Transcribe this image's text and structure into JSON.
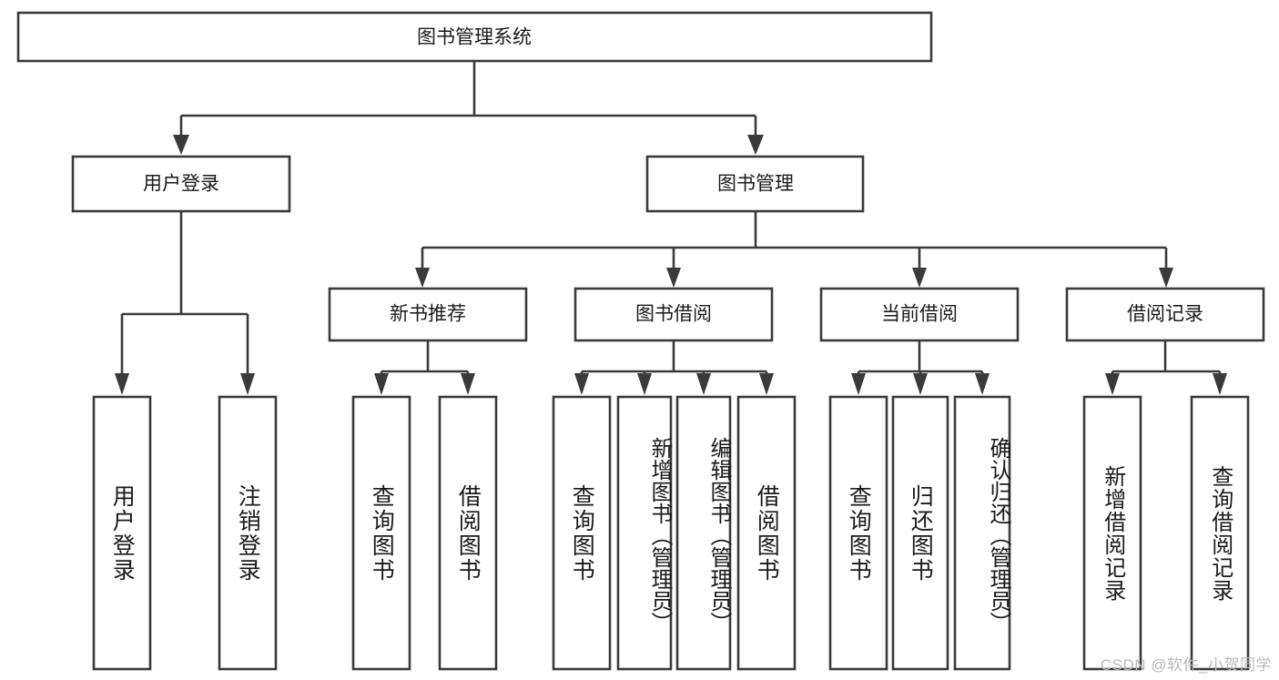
{
  "diagram": {
    "type": "tree-flowchart",
    "title": "图书管理系统",
    "orientation": "top-down",
    "watermark": "CSDN @软件_小贺同学",
    "levels": [
      {
        "level": 1,
        "nodes": [
          {
            "id": "root",
            "label": "图书管理系统",
            "orientation": "horizontal"
          }
        ]
      },
      {
        "level": 2,
        "nodes": [
          {
            "id": "login",
            "label": "用户登录",
            "orientation": "horizontal",
            "parent": "root"
          },
          {
            "id": "bookmgmt",
            "label": "图书管理",
            "orientation": "horizontal",
            "parent": "root"
          }
        ]
      },
      {
        "level": 3,
        "nodes": [
          {
            "id": "newbook",
            "label": "新书推荐",
            "orientation": "horizontal",
            "parent": "bookmgmt"
          },
          {
            "id": "borrow",
            "label": "图书借阅",
            "orientation": "horizontal",
            "parent": "bookmgmt"
          },
          {
            "id": "current",
            "label": "当前借阅",
            "orientation": "horizontal",
            "parent": "bookmgmt"
          },
          {
            "id": "records",
            "label": "借阅记录",
            "orientation": "horizontal",
            "parent": "bookmgmt"
          }
        ]
      },
      {
        "level": 4,
        "nodes": [
          {
            "id": "leaf-user-login",
            "label": "用户登录",
            "orientation": "vertical",
            "parent": "login"
          },
          {
            "id": "leaf-user-logout",
            "label": "注销登录",
            "orientation": "vertical",
            "parent": "login"
          },
          {
            "id": "leaf-newbook-query",
            "label": "查询图书",
            "orientation": "vertical",
            "parent": "newbook"
          },
          {
            "id": "leaf-newbook-borrow",
            "label": "借阅图书",
            "orientation": "vertical",
            "parent": "newbook"
          },
          {
            "id": "leaf-borrow-query",
            "label": "查询图书",
            "orientation": "vertical",
            "parent": "borrow"
          },
          {
            "id": "leaf-borrow-add",
            "label": "新增图书（管理员）",
            "orientation": "vertical",
            "parent": "borrow"
          },
          {
            "id": "leaf-borrow-edit",
            "label": "编辑图书（管理员）",
            "orientation": "vertical",
            "parent": "borrow"
          },
          {
            "id": "leaf-borrow-lend",
            "label": "借阅图书",
            "orientation": "vertical",
            "parent": "borrow"
          },
          {
            "id": "leaf-current-query",
            "label": "查询图书",
            "orientation": "vertical",
            "parent": "current"
          },
          {
            "id": "leaf-current-return",
            "label": "归还图书",
            "orientation": "vertical",
            "parent": "current"
          },
          {
            "id": "leaf-current-confirm",
            "label": "确认归还（管理员）",
            "orientation": "vertical",
            "parent": "current"
          },
          {
            "id": "leaf-records-add",
            "label": "新增借阅记录",
            "orientation": "vertical",
            "parent": "records"
          },
          {
            "id": "leaf-records-query",
            "label": "查询借阅记录",
            "orientation": "vertical",
            "parent": "records"
          }
        ]
      }
    ],
    "colors": {
      "stroke": "#3a3a3a",
      "fill": "#ffffff",
      "text": "#1a1a1a",
      "watermark": "#b9b9b9"
    }
  }
}
